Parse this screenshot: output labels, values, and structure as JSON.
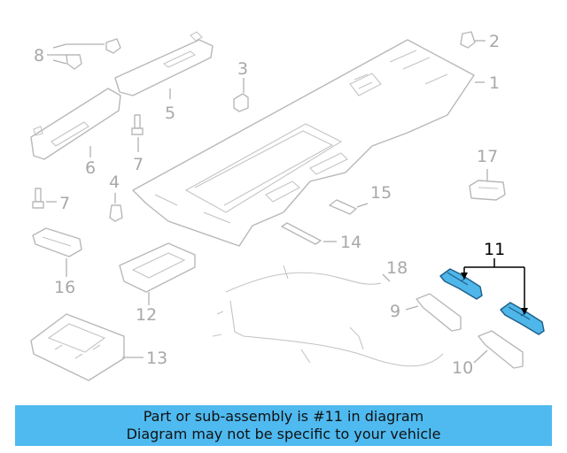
{
  "callouts": {
    "c1": "1",
    "c2": "2",
    "c3": "3",
    "c4": "4",
    "c5": "5",
    "c6": "6",
    "c7a": "7",
    "c7b": "7",
    "c8": "8",
    "c9": "9",
    "c10": "10",
    "c11": "11",
    "c12": "12",
    "c13": "13",
    "c14": "14",
    "c15": "15",
    "c16": "16",
    "c17": "17",
    "c18": "18"
  },
  "highlighted_part": "11",
  "colors": {
    "highlight": "#4fb6ea",
    "banner": "#4fbaf0",
    "part_outline": "#b8b8b8"
  },
  "banner": {
    "line1": "Part or sub-assembly is #11 in diagram",
    "line2": "Diagram may not be specific to your vehicle"
  }
}
